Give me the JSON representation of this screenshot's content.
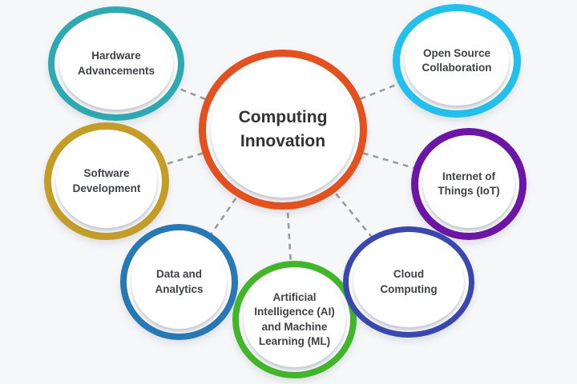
{
  "diagram": {
    "background_color": "#f6f7f9",
    "connector_color": "#9b9b9b",
    "text_color": "#3f4145",
    "center": {
      "label": "Computing Innovation",
      "ring_color": "#e2511e"
    },
    "nodes": [
      {
        "id": "hardware-advancements",
        "label": "Hardware Advancements",
        "ring_color": "#2fa8b1"
      },
      {
        "id": "open-source-collaboration",
        "label": "Open Source Collaboration",
        "ring_color": "#22c0ea"
      },
      {
        "id": "software-development",
        "label": "Software Development",
        "ring_color": "#c49d28"
      },
      {
        "id": "internet-of-things",
        "label": "Internet of Things (IoT)",
        "ring_color": "#6b16a5"
      },
      {
        "id": "data-and-analytics",
        "label": "Data and Analytics",
        "ring_color": "#2878b5"
      },
      {
        "id": "ai-and-ml",
        "label": "Artificial Intelligence (AI) and Machine Learning (ML)",
        "ring_color": "#41b629"
      },
      {
        "id": "cloud-computing",
        "label": "Cloud Computing",
        "ring_color": "#3a48ae"
      }
    ]
  }
}
